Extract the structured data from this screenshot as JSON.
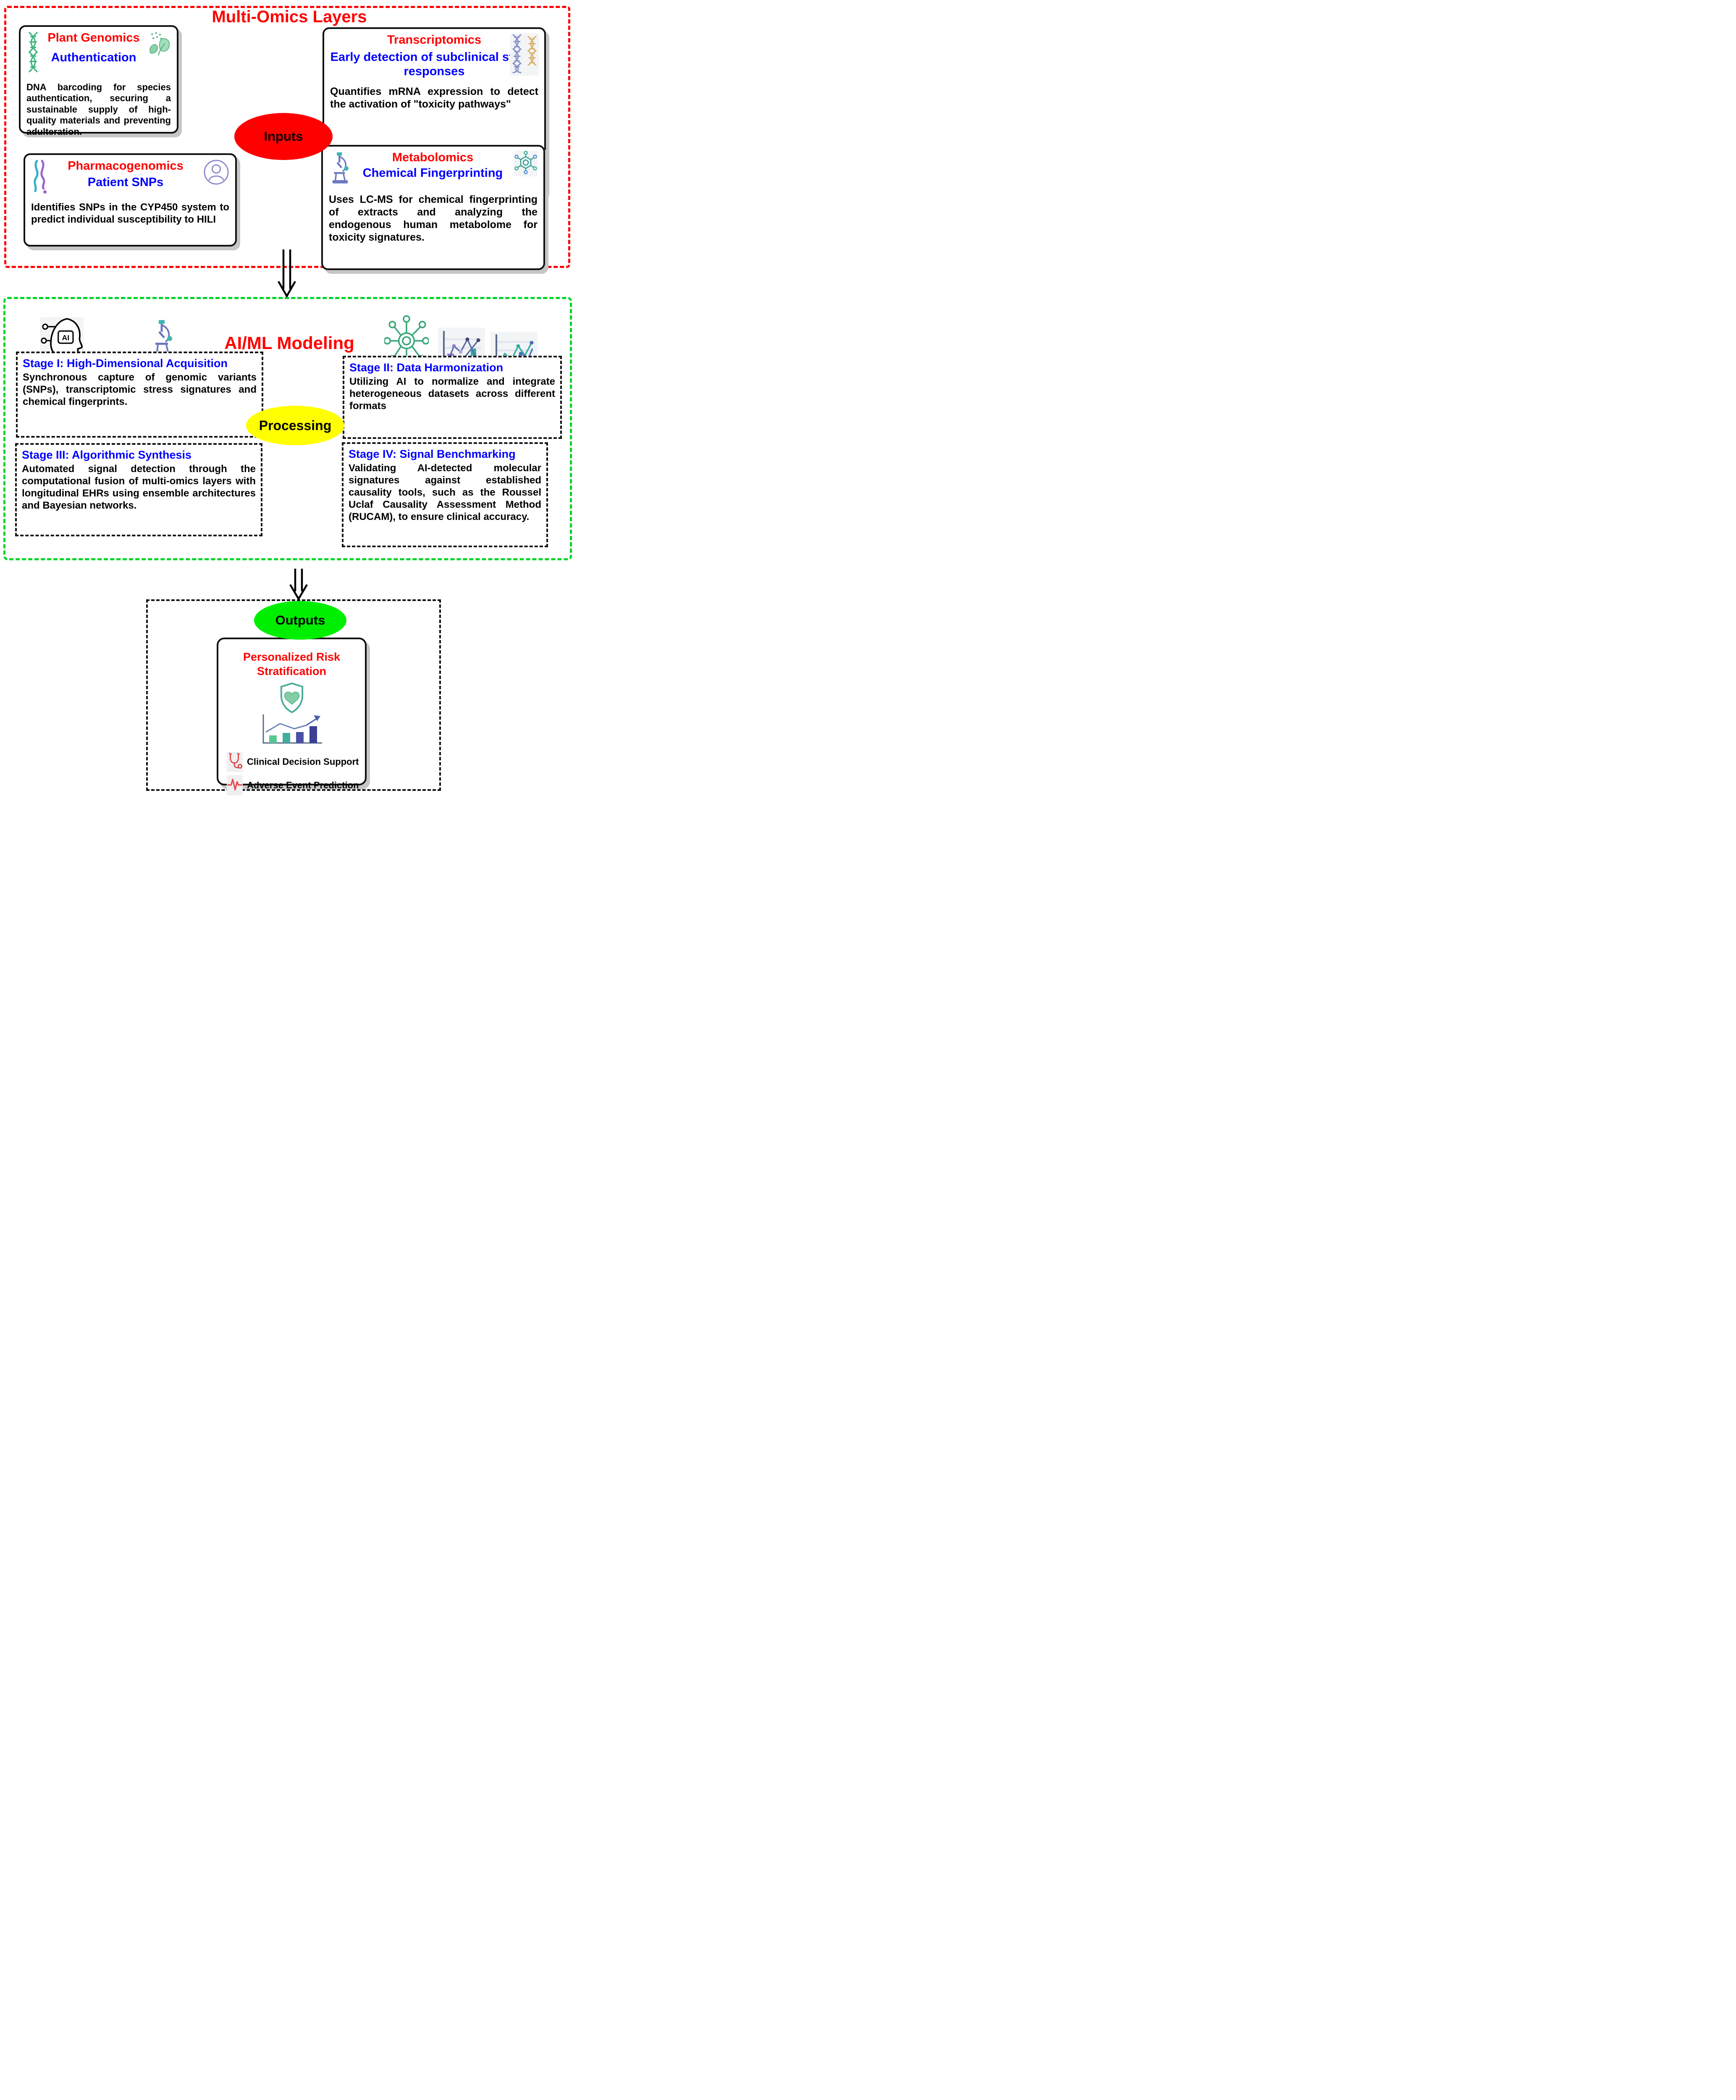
{
  "colors": {
    "section_border_red": "#ff0000",
    "section_border_green": "#00d42a",
    "title_red": "#ff0000",
    "subtitle_blue": "#0000ff",
    "inputs_badge_fill": "#fe0000",
    "processing_badge_fill": "#ffff00",
    "outputs_badge_fill": "#00ee00",
    "card_shadow_gray": "#c6c6c6"
  },
  "inputs_section": {
    "title": "Multi-Omics Layers",
    "badge_label": "Inputs",
    "cards": [
      {
        "title": "Plant Genomics",
        "subtitle": "Authentication",
        "body": "DNA barcoding for species authentication, securing a sustainable supply of high-quality materials and preventing adulteration.",
        "icon_left": "dna-helix-icon",
        "icon_right": "plant-leaves-icon"
      },
      {
        "title": "Transcriptomics",
        "subtitle": "Early detection of subclinical stress responses",
        "body": "Quantifies mRNA expression to detect the activation of \"toxicity pathways\"",
        "icon_right": "dna-pair-icon"
      },
      {
        "title": "Pharmacogenomics",
        "subtitle": "Patient SNPs",
        "body": "Identifies SNPs in the CYP450 system to predict individual susceptibility to HILI",
        "icon_left": "chromosome-icon",
        "icon_right": "patient-avatar-icon"
      },
      {
        "title": "Metabolomics",
        "subtitle": "Chemical Fingerprinting",
        "body": "Uses LC-MS for chemical fingerprinting of extracts and analyzing the endogenous human metabolome for toxicity signatures.",
        "icon_left": "microscope-icon",
        "icon_right": "molecule-icon"
      }
    ]
  },
  "processing_section": {
    "title": "AI/ML Modeling",
    "badge_label": "Processing",
    "ai_chip_label": "AI",
    "header_icons": [
      "ai-brain-icon",
      "microscope-icon",
      "network-icon",
      "bar-line-chart-icon",
      "line-chart-icon"
    ],
    "stages": [
      {
        "title": "Stage I: High-Dimensional Acquisition",
        "body": "Synchronous capture of genomic variants (SNPs), transcriptomic stress signatures and chemical fingerprints."
      },
      {
        "title": "Stage II: Data Harmonization",
        "body": "Utilizing AI to normalize and integrate heterogeneous datasets across different formats"
      },
      {
        "title": "Stage III: Algorithmic Synthesis",
        "body": "Automated signal detection through the computational fusion of multi-omics layers with longitudinal EHRs using ensemble architectures and Bayesian networks."
      },
      {
        "title": "Stage IV: Signal Benchmarking",
        "body": "Validating AI-detected molecular signatures against established causality tools, such as the Roussel Uclaf Causality Assessment Method (RUCAM), to ensure clinical accuracy."
      }
    ]
  },
  "outputs_section": {
    "badge_label": "Outputs",
    "card": {
      "title": "Personalized Risk Stratification",
      "icons": [
        "shield-heart-icon",
        "risk-trend-chart-icon"
      ],
      "items": [
        {
          "label": "Clinical Decision Support",
          "icon": "stethoscope-icon"
        },
        {
          "label": "Adverse Event Prediction",
          "icon": "heartbeat-icon"
        }
      ]
    }
  }
}
